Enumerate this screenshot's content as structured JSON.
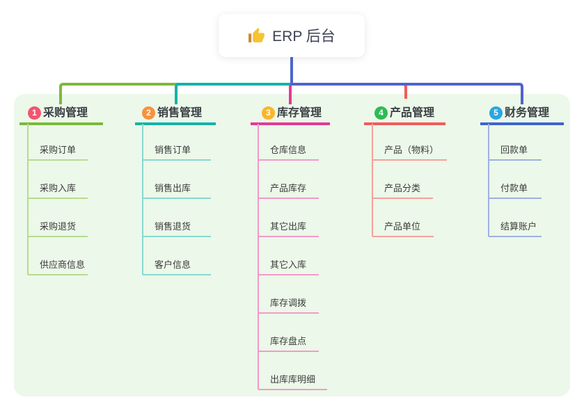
{
  "root": {
    "title": "ERP 后台",
    "icon": "thumbs-up-icon",
    "stem_color": "#5064cc"
  },
  "branches": [
    {
      "badge": "1",
      "title": "采购管理",
      "badge_color": "#f25570",
      "line_color": "#7cb93e",
      "child_line_color": "#b7db90",
      "children": [
        "采购订单",
        "采购入库",
        "采购退货",
        "供应商信息"
      ]
    },
    {
      "badge": "2",
      "title": "销售管理",
      "badge_color": "#f8923c",
      "line_color": "#14b3a7",
      "child_line_color": "#86d9d1",
      "children": [
        "销售订单",
        "销售出库",
        "销售退货",
        "客户信息"
      ]
    },
    {
      "badge": "3",
      "title": "库存管理",
      "badge_color": "#fbb629",
      "line_color": "#e23a97",
      "child_line_color": "#f29aca",
      "children": [
        "仓库信息",
        "产品库存",
        "其它出库",
        "其它入库",
        "库存调拨",
        "库存盘点",
        "出库库明细"
      ]
    },
    {
      "badge": "4",
      "title": "产品管理",
      "badge_color": "#2eba55",
      "line_color": "#f15b5b",
      "child_line_color": "#f7a09b",
      "children": [
        "产品（物料）",
        "产品分类",
        "产品单位"
      ]
    },
    {
      "badge": "5",
      "title": "财务管理",
      "badge_color": "#27a7e2",
      "line_color": "#3f63cf",
      "child_line_color": "#9db1e4",
      "children": [
        "回款单",
        "付款单",
        "结算账户"
      ]
    }
  ],
  "colors": {
    "canvas_background": "#ecf8e9",
    "page_background": "#ffffff",
    "text": "#3a3f45"
  }
}
